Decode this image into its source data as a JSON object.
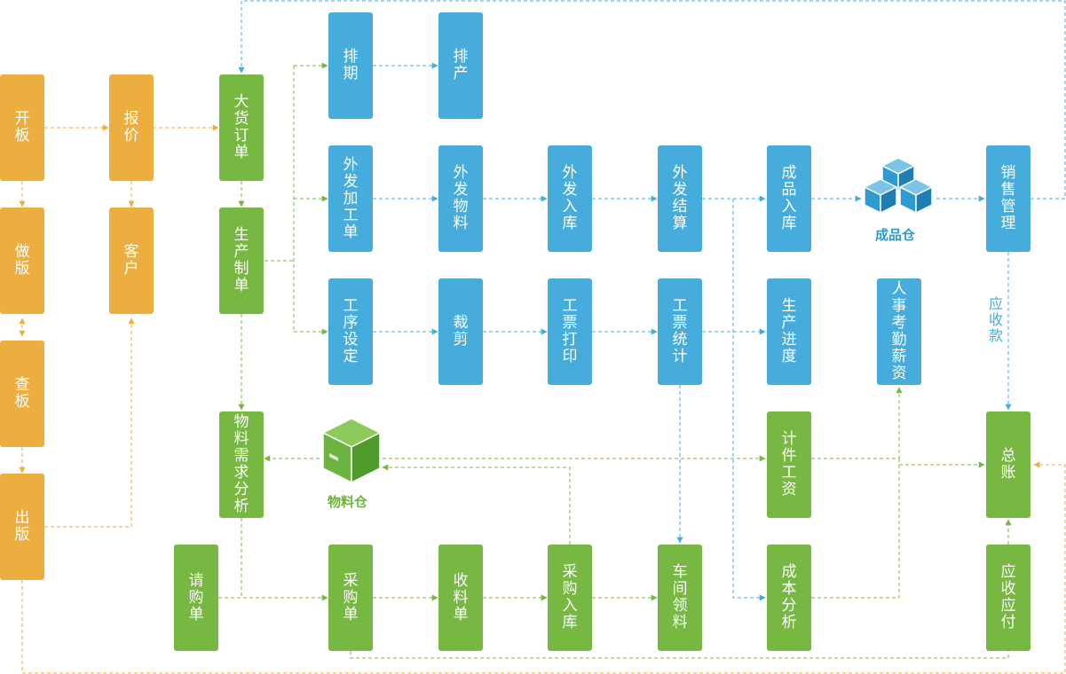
{
  "nodes": {
    "kaiban": "开板",
    "zuoban": "做版",
    "chaban": "查板",
    "chuban": "出版",
    "baojia": "报价",
    "kehu": "客户",
    "dahuo_dingdan": "大货订单",
    "shengchan_zhidan": "生产制单",
    "wuliao_xuqiu": "物料需求分析",
    "qinggou_dan": "请购单",
    "paiqi": "排期",
    "paichan": "排产",
    "waifa_jiagong": "外发加工单",
    "waifa_wuliao": "外发物料",
    "waifa_ruku": "外发入库",
    "waifa_jiesuan": "外发结算",
    "chengpin_ruku": "成品入库",
    "xiaoshou_guanli": "销售管理",
    "gongxu_sheding": "工序设定",
    "caijian": "裁剪",
    "gongpiao_dayin": "工票打印",
    "gongpiao_tongji": "工票统计",
    "shengchan_jindu": "生产进度",
    "renshi_kaoqin": "人事考勤薪资",
    "jijian_gongzi": "计件工资",
    "zongzhang": "总账",
    "caigou_dan": "采购单",
    "shouliao_dan": "收料单",
    "caigou_ruku": "采购入库",
    "chejian_lingliao": "车间领料",
    "chengben_fenxi": "成本分析",
    "yingshou_yingfu": "应收应付"
  },
  "warehouses": {
    "finished_goods": "成品仓",
    "materials": "物料仓"
  },
  "edge_labels": {
    "receivables": "应收款"
  },
  "colors": {
    "orange": "#ECAE3E",
    "green": "#77B843",
    "blue": "#45ACDB",
    "box_green": "#6DB33F",
    "box_blue": "#2E9AD0"
  },
  "icons": {
    "finished_goods": "cubes-icon",
    "materials": "box-icon"
  }
}
